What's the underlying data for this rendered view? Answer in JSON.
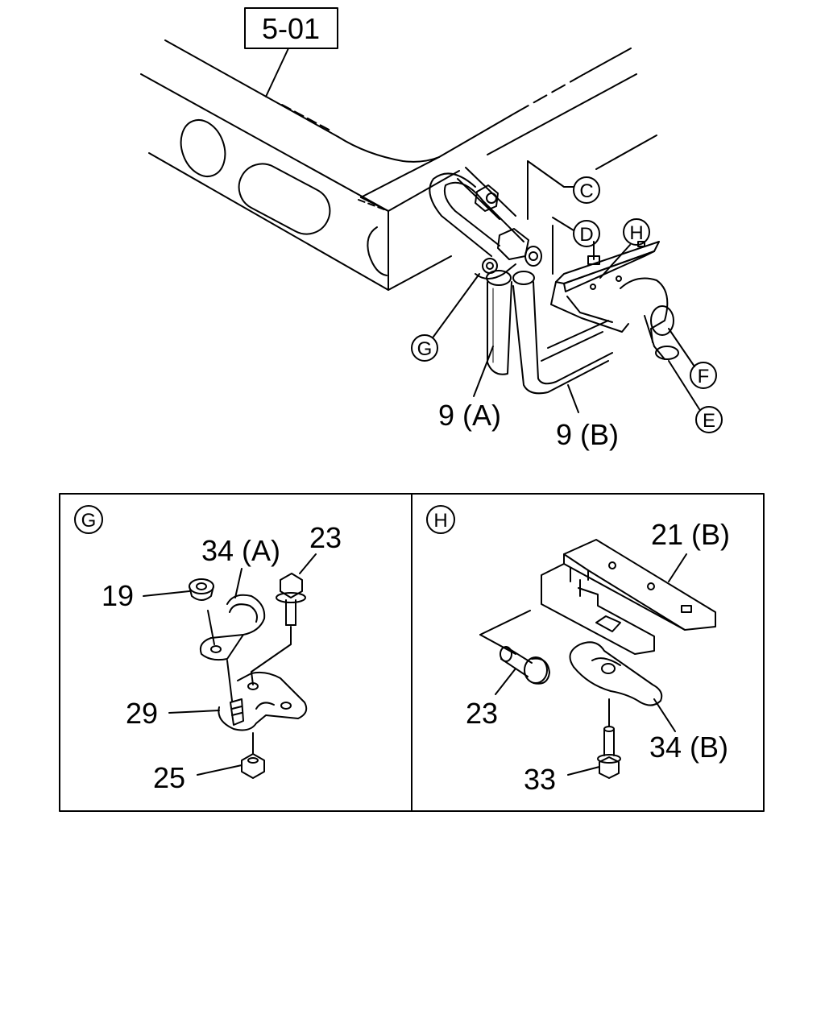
{
  "reference": "5-01",
  "callouts": {
    "c": "C",
    "d": "D",
    "e": "E",
    "f": "F",
    "g": "G",
    "h": "H"
  },
  "labels": {
    "hose_a": "9 (A)",
    "hose_b": "9 (B)"
  },
  "detail_g": {
    "id": "G",
    "parts": {
      "clip": "34 (A)",
      "bolt": "23",
      "grommet": "19",
      "stud": "29",
      "nut": "25"
    }
  },
  "detail_h": {
    "id": "H",
    "parts": {
      "bracket": "21 (B)",
      "bolt": "23",
      "clip": "34 (B)",
      "screw": "33"
    }
  }
}
